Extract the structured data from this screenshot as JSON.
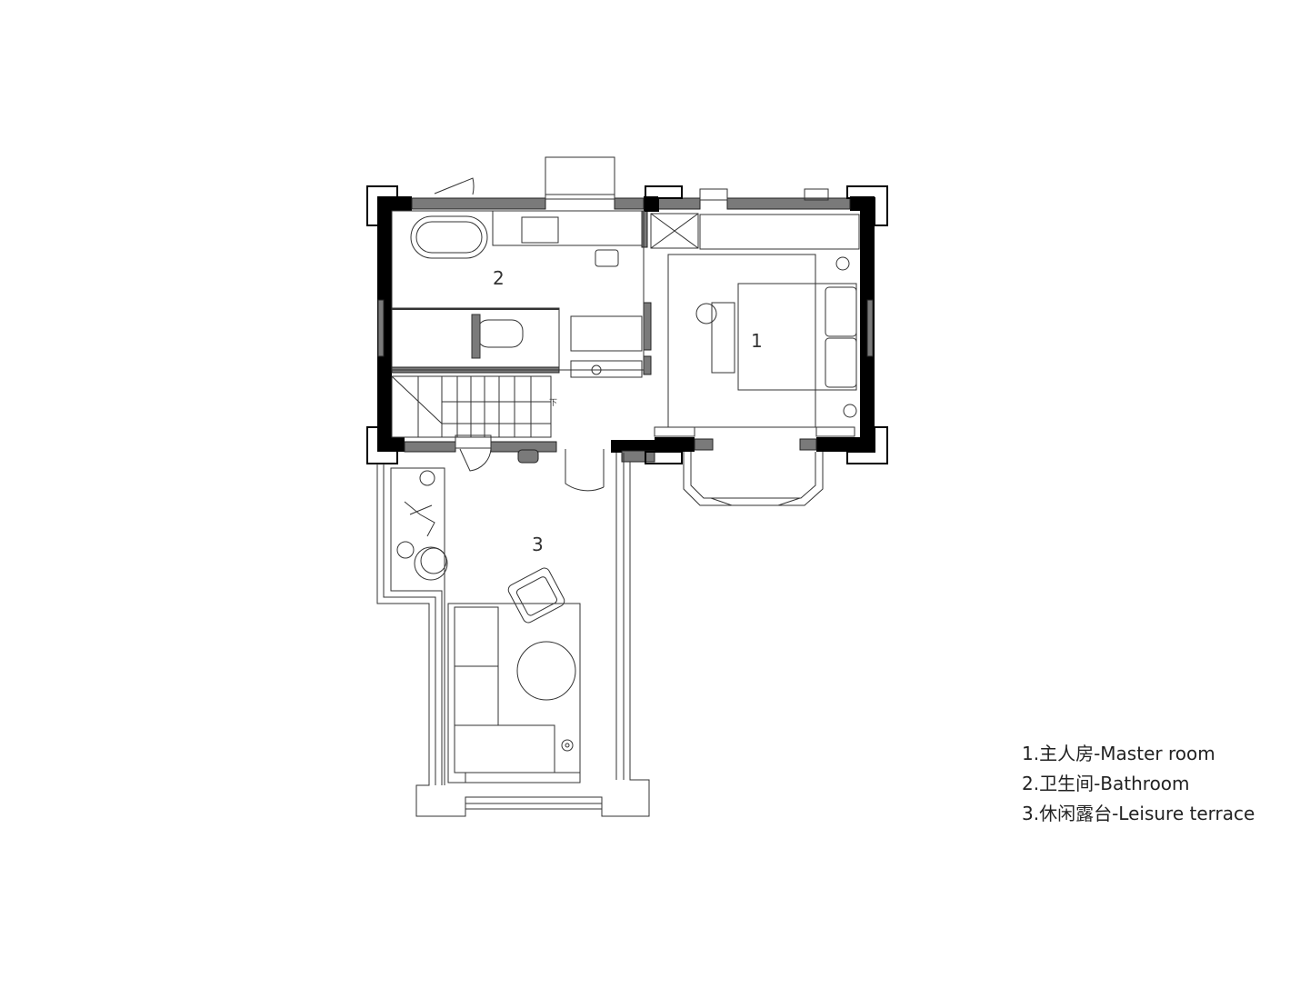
{
  "rooms": [
    {
      "number": "1"
    },
    {
      "number": "2"
    },
    {
      "number": "3"
    }
  ],
  "stair_label": "下",
  "legend": [
    "1.主人房-Master room",
    "2.卫生间-Bathroom",
    "3.休闲露台-Leisure terrace"
  ],
  "colors": {
    "wall": "#000000",
    "wall_gray": "#7a7a7a",
    "line": "#333333"
  }
}
